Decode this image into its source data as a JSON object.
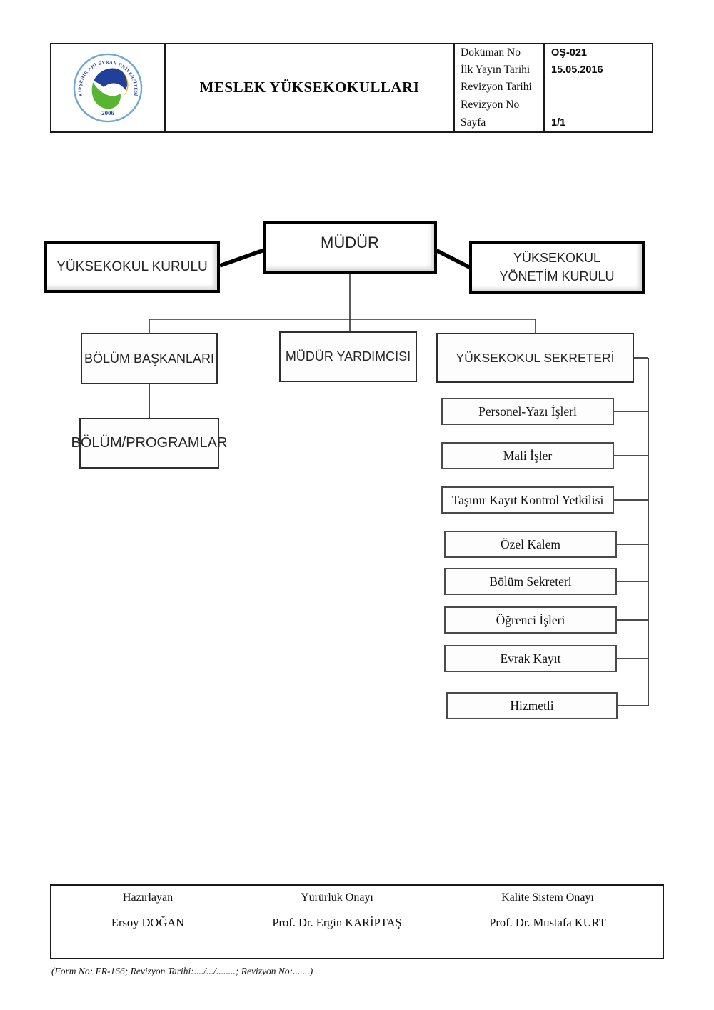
{
  "header": {
    "title": "MESLEK YÜKSEKOKULLARI",
    "logo_org": "KIRŞEHİR AHİ EVRAN ÜNİVERSİTESİ",
    "logo_year": "2006",
    "info_rows": [
      {
        "label": "Doküman No",
        "value": "OŞ-021"
      },
      {
        "label": "İlk Yayın Tarihi",
        "value": "15.05.2016"
      },
      {
        "label": "Revizyon Tarihi",
        "value": ""
      },
      {
        "label": "Revizyon No",
        "value": ""
      },
      {
        "label": "Sayfa",
        "value": "1/1"
      }
    ]
  },
  "chart": {
    "mudur": "MÜDÜR",
    "kurul": "YÜKSEKOKUL KURULU",
    "yonetim": "YÜKSEKOKUL  YÖNETİM KURULU",
    "bolum_baskanlari": "BÖLÜM BAŞKANLARI",
    "mudur_yardimcisi": "MÜDÜR YARDIMCISI",
    "sekreter": "YÜKSEKOKUL SEKRETERİ",
    "bolum_programlar": "BÖLÜM/PROGRAMLAR",
    "units": [
      {
        "label": "Personel-Yazı İşleri"
      },
      {
        "label": "Mali İşler"
      },
      {
        "label": "Taşınır Kayıt Kontrol Yetkilisi"
      },
      {
        "label": "Özel Kalem"
      },
      {
        "label": "Bölüm Sekreteri"
      },
      {
        "label": "Öğrenci İşleri"
      },
      {
        "label": "Evrak Kayıt"
      },
      {
        "label": "Hizmetli"
      }
    ]
  },
  "footer": {
    "columns": [
      {
        "role": "Hazırlayan",
        "name": "Ersoy DOĞAN"
      },
      {
        "role": "Yürürlük Onayı",
        "name": "Prof. Dr. Ergin KARİPTAŞ"
      },
      {
        "role": "Kalite Sistem Onayı",
        "name": "Prof. Dr. Mustafa KURT"
      }
    ]
  },
  "page": {
    "footnote": "(Form No: FR-166; Revizyon Tarihi:..../.../........; Revizyon No:.......)"
  },
  "colors": {
    "logo_ring": "#6fa8d2",
    "logo_blue": "#21409a",
    "logo_green": "#56b531",
    "logo_orange": "#f7a800",
    "line": "#333333"
  }
}
